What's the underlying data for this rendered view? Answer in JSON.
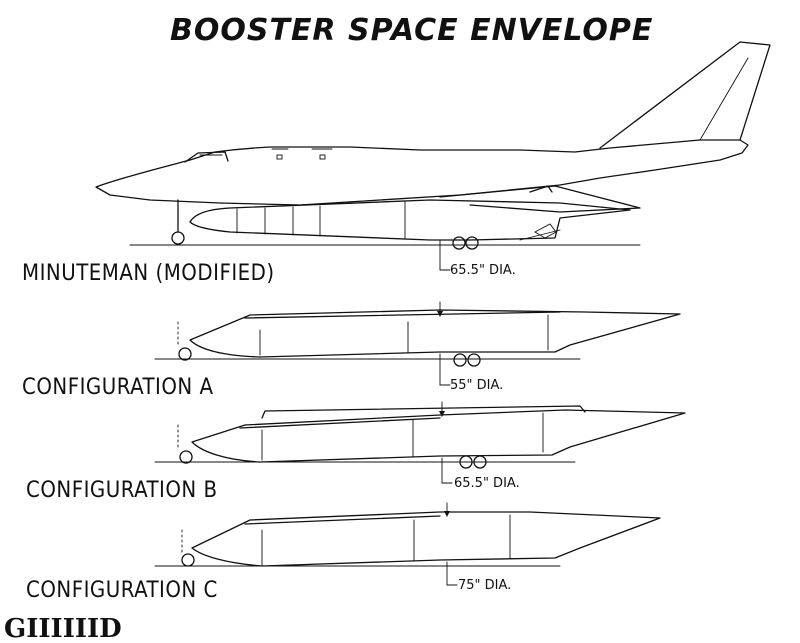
{
  "title": "BOOSTER SPACE ENVELOPE",
  "sections": [
    {
      "label": "MINUTEMAN (MODIFIED)",
      "diameter": "65.5\" DIA."
    },
    {
      "label": "CONFIGURATION  A",
      "diameter": "55\" DIA."
    },
    {
      "label": "CONFIGURATION  B",
      "diameter": "65.5\" DIA."
    },
    {
      "label": "CONFIGURATION  C",
      "diameter": "75\" DIA."
    }
  ],
  "logo": "GIIIIIID"
}
